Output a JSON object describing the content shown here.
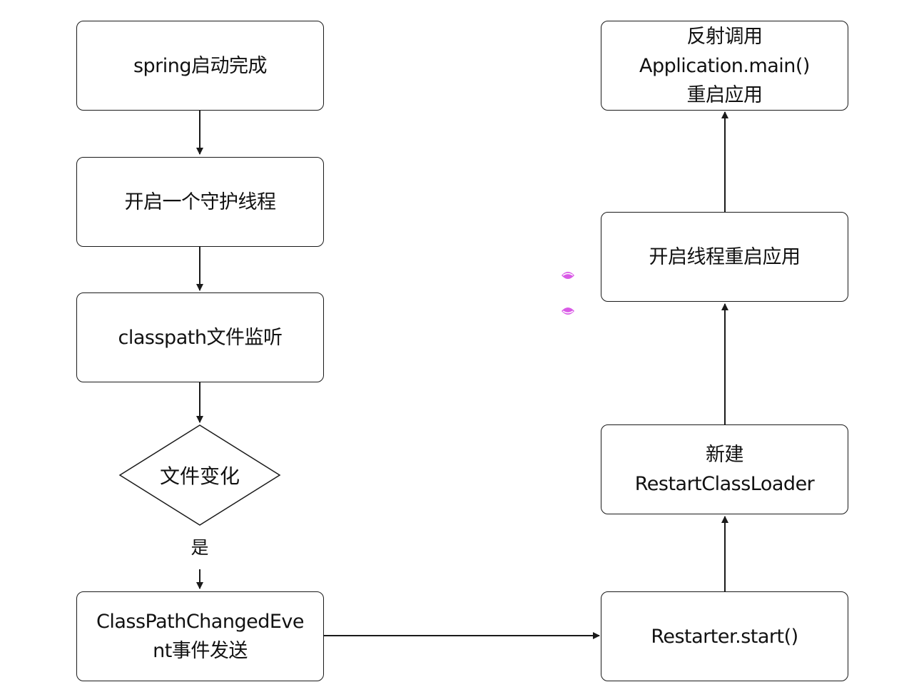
{
  "nodes": {
    "spring_started": {
      "lines": [
        "spring启动完成"
      ]
    },
    "daemon_thread": {
      "lines": [
        "开启一个守护线程"
      ]
    },
    "classpath_watch": {
      "lines": [
        "classpath文件监听"
      ]
    },
    "file_changed": {
      "lines": [
        "文件变化"
      ]
    },
    "event_sent": {
      "lines": [
        "ClassPathChangedEve",
        "nt事件发送"
      ]
    },
    "restarter_start": {
      "lines": [
        "Restarter.start()"
      ]
    },
    "new_loader": {
      "lines": [
        "新建",
        "RestartClassLoader"
      ]
    },
    "restart_thread": {
      "lines": [
        "开启线程重启应用"
      ]
    },
    "reflect_main": {
      "lines": [
        "反射调用",
        "Application.main()",
        "重启应用"
      ]
    }
  },
  "edges": {
    "yes_label": "是"
  },
  "colors": {
    "stroke": "#1a1a1a",
    "text": "#111111",
    "marker": "#d95ae6"
  }
}
